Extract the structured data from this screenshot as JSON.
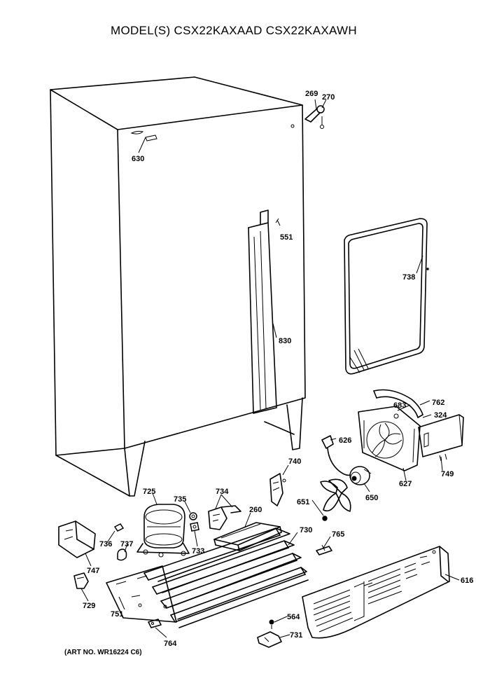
{
  "header": {
    "title": "MODEL(S) CSX22KAXAAD  CSX22KAXAWH"
  },
  "footer": {
    "art_no": "(ART NO. WR16224 C6)"
  },
  "parts": [
    {
      "id": "p269",
      "label": "269"
    },
    {
      "id": "p270",
      "label": "270"
    },
    {
      "id": "p630",
      "label": "630"
    },
    {
      "id": "p551",
      "label": "551"
    },
    {
      "id": "p738",
      "label": "738"
    },
    {
      "id": "p830",
      "label": "830"
    },
    {
      "id": "p762",
      "label": "762"
    },
    {
      "id": "p683",
      "label": "683"
    },
    {
      "id": "p324",
      "label": "324"
    },
    {
      "id": "p626",
      "label": "626"
    },
    {
      "id": "p749",
      "label": "749"
    },
    {
      "id": "p627",
      "label": "627"
    },
    {
      "id": "p740",
      "label": "740"
    },
    {
      "id": "p650",
      "label": "650"
    },
    {
      "id": "p725",
      "label": "725"
    },
    {
      "id": "p735",
      "label": "735"
    },
    {
      "id": "p734",
      "label": "734"
    },
    {
      "id": "p260",
      "label": "260"
    },
    {
      "id": "p651",
      "label": "651"
    },
    {
      "id": "p730",
      "label": "730"
    },
    {
      "id": "p736",
      "label": "736"
    },
    {
      "id": "p737",
      "label": "737"
    },
    {
      "id": "p733",
      "label": "733"
    },
    {
      "id": "p765",
      "label": "765"
    },
    {
      "id": "p747",
      "label": "747"
    },
    {
      "id": "p616",
      "label": "616"
    },
    {
      "id": "p729",
      "label": "729"
    },
    {
      "id": "p751",
      "label": "751"
    },
    {
      "id": "p564",
      "label": "564"
    },
    {
      "id": "p731",
      "label": "731"
    },
    {
      "id": "p764",
      "label": "764"
    }
  ]
}
